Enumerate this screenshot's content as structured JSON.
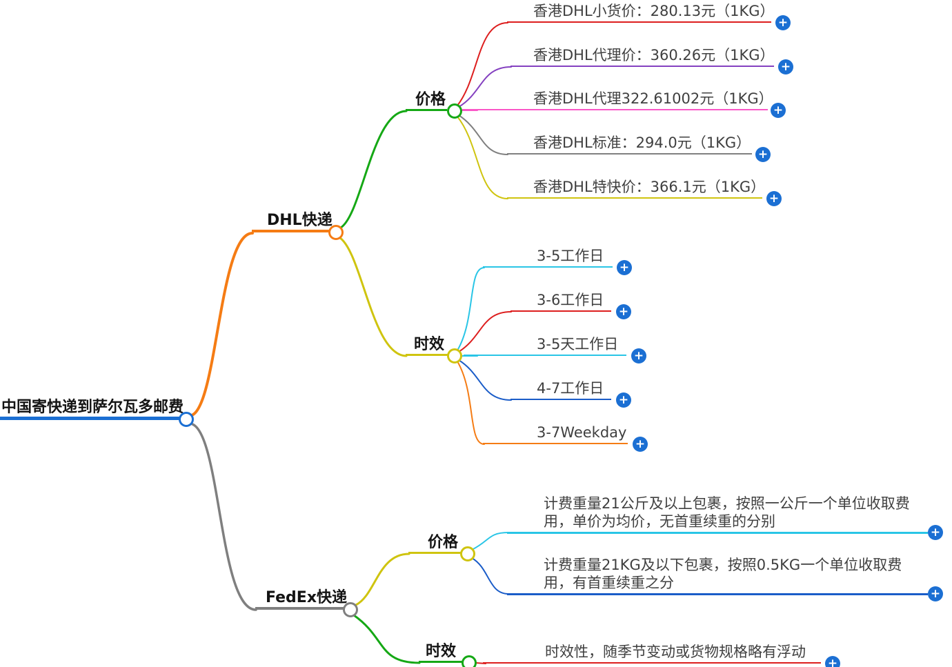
{
  "root": {
    "label": "中国寄快递到萨尔瓦多邮费"
  },
  "dhl": {
    "label": "DHL快递",
    "price": {
      "label": "价格",
      "items": [
        "香港DHL小货价：280.13元（1KG）",
        "香港DHL代理价：360.26元（1KG）",
        "香港DHL代理322.61002元（1KG）",
        "香港DHL标准：294.0元（1KG）",
        "香港DHL特快价：366.1元（1KG）"
      ]
    },
    "time": {
      "label": "时效",
      "items": [
        "3-5工作日",
        "3-6工作日",
        "3-5天工作日",
        "4-7工作日",
        "3-7Weekday"
      ]
    }
  },
  "fedex": {
    "label": "FedEx快递",
    "price": {
      "label": "价格",
      "items": [
        "计费重量21公斤及以上包裹，按照一公斤一个单位收取费用，单价为均价，无首重续重的分别",
        "计费重量21KG及以下包裹，按照0.5KG一个单位收取费用，有首重续重之分"
      ]
    },
    "time": {
      "label": "时效",
      "items": [
        "时效性，随季节变动或货物规格略有浮动"
      ]
    }
  },
  "icons": {
    "expand_icon": "+"
  },
  "colors": {
    "root_blue": "#1b6fd3",
    "orange": "#f57c14",
    "green": "#15a815",
    "yellow": "#cfc40f",
    "red": "#dd1e1e",
    "purple": "#8440c0",
    "pink": "#fa57c7",
    "gray": "#7f7f7f",
    "cyan": "#29c5e6",
    "blue": "#1a5cc8",
    "expand_button": "#1b6fd3"
  }
}
